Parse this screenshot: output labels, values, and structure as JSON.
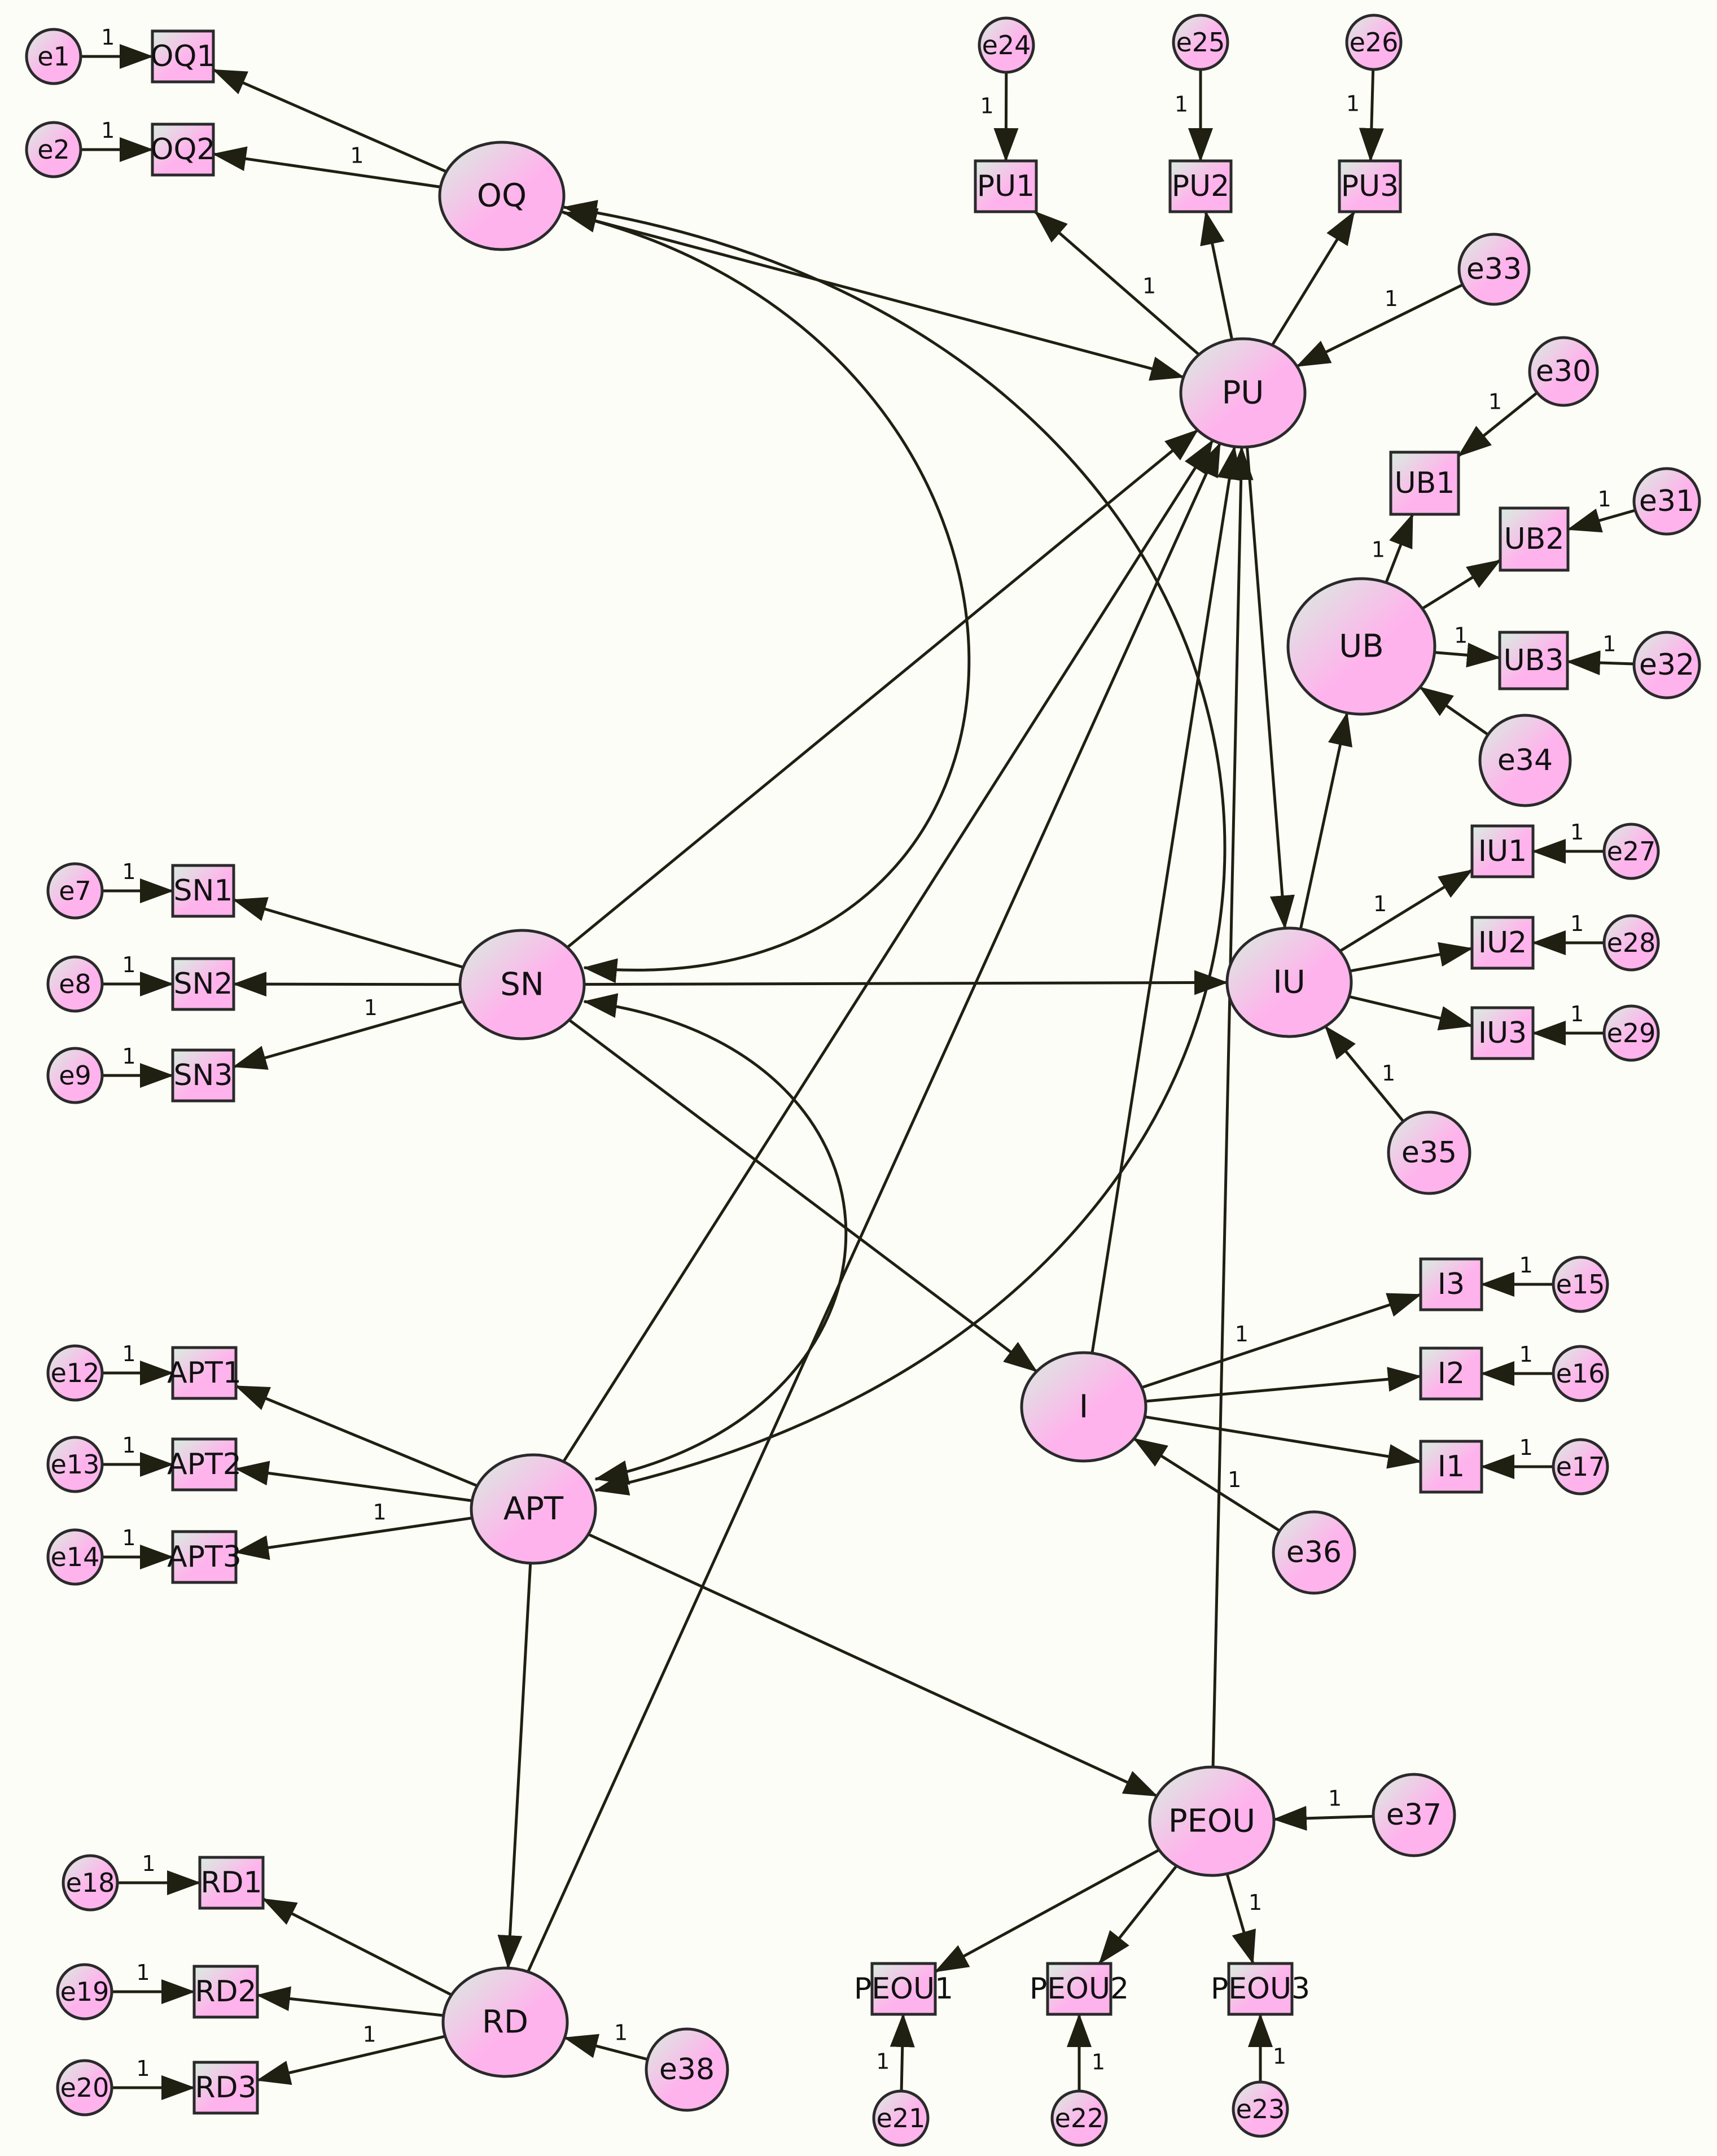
{
  "colors": {
    "background": "#fdfdf7",
    "node_fill_light": "#d7eedf",
    "node_fill_pink": "#ffb3ec",
    "stroke": "#1f1f12"
  },
  "latent_variables": [
    {
      "id": "OQ",
      "label": "OQ"
    },
    {
      "id": "PU",
      "label": "PU"
    },
    {
      "id": "UB",
      "label": "UB"
    },
    {
      "id": "SN",
      "label": "SN"
    },
    {
      "id": "IU",
      "label": "IU"
    },
    {
      "id": "I",
      "label": "I"
    },
    {
      "id": "APT",
      "label": "APT"
    },
    {
      "id": "PEOU",
      "label": "PEOU"
    },
    {
      "id": "RD",
      "label": "RD"
    }
  ],
  "indicators": [
    {
      "id": "OQ1",
      "label": "OQ1"
    },
    {
      "id": "OQ2",
      "label": "OQ2"
    },
    {
      "id": "PU1",
      "label": "PU1"
    },
    {
      "id": "PU2",
      "label": "PU2"
    },
    {
      "id": "PU3",
      "label": "PU3"
    },
    {
      "id": "UB1",
      "label": "UB1"
    },
    {
      "id": "UB2",
      "label": "UB2"
    },
    {
      "id": "UB3",
      "label": "UB3"
    },
    {
      "id": "SN1",
      "label": "SN1"
    },
    {
      "id": "SN2",
      "label": "SN2"
    },
    {
      "id": "SN3",
      "label": "SN3"
    },
    {
      "id": "IU1",
      "label": "IU1"
    },
    {
      "id": "IU2",
      "label": "IU2"
    },
    {
      "id": "IU3",
      "label": "IU3"
    },
    {
      "id": "I3",
      "label": "I3"
    },
    {
      "id": "I2",
      "label": "I2"
    },
    {
      "id": "I1",
      "label": "I1"
    },
    {
      "id": "APT1",
      "label": "APT1"
    },
    {
      "id": "APT2",
      "label": "APT2"
    },
    {
      "id": "APT3",
      "label": "APT3"
    },
    {
      "id": "RD1",
      "label": "RD1"
    },
    {
      "id": "RD2",
      "label": "RD2"
    },
    {
      "id": "RD3",
      "label": "RD3"
    },
    {
      "id": "PEOU1",
      "label": "PEOU1"
    },
    {
      "id": "PEOU2",
      "label": "PEOU2"
    },
    {
      "id": "PEOU3",
      "label": "PEOU3"
    }
  ],
  "error_terms": [
    {
      "id": "e1",
      "label": "e1"
    },
    {
      "id": "e2",
      "label": "e2"
    },
    {
      "id": "e7",
      "label": "e7"
    },
    {
      "id": "e8",
      "label": "e8"
    },
    {
      "id": "e9",
      "label": "e9"
    },
    {
      "id": "e12",
      "label": "e12"
    },
    {
      "id": "e13",
      "label": "e13"
    },
    {
      "id": "e14",
      "label": "e14"
    },
    {
      "id": "e15",
      "label": "e15"
    },
    {
      "id": "e16",
      "label": "e16"
    },
    {
      "id": "e17",
      "label": "e17"
    },
    {
      "id": "e18",
      "label": "e18"
    },
    {
      "id": "e19",
      "label": "e19"
    },
    {
      "id": "e20",
      "label": "e20"
    },
    {
      "id": "e21",
      "label": "e21"
    },
    {
      "id": "e22",
      "label": "e22"
    },
    {
      "id": "e23",
      "label": "e23"
    },
    {
      "id": "e24",
      "label": "e24"
    },
    {
      "id": "e25",
      "label": "e25"
    },
    {
      "id": "e26",
      "label": "e26"
    },
    {
      "id": "e27",
      "label": "e27"
    },
    {
      "id": "e28",
      "label": "e28"
    },
    {
      "id": "e29",
      "label": "e29"
    },
    {
      "id": "e30",
      "label": "e30"
    },
    {
      "id": "e31",
      "label": "e31"
    },
    {
      "id": "e32",
      "label": "e32"
    },
    {
      "id": "e33",
      "label": "e33"
    },
    {
      "id": "e34",
      "label": "e34"
    },
    {
      "id": "e35",
      "label": "e35"
    },
    {
      "id": "e36",
      "label": "e36"
    },
    {
      "id": "e37",
      "label": "e37"
    },
    {
      "id": "e38",
      "label": "e38"
    }
  ],
  "paths": [
    {
      "from": "e1",
      "to": "OQ1",
      "weight": "1"
    },
    {
      "from": "e2",
      "to": "OQ2",
      "weight": "1"
    },
    {
      "from": "OQ",
      "to": "OQ1",
      "weight": ""
    },
    {
      "from": "OQ",
      "to": "OQ2",
      "weight": "1"
    },
    {
      "from": "OQ",
      "to": "PU",
      "weight": ""
    },
    {
      "from": "e24",
      "to": "PU1",
      "weight": "1"
    },
    {
      "from": "e25",
      "to": "PU2",
      "weight": "1"
    },
    {
      "from": "e26",
      "to": "PU3",
      "weight": "1"
    },
    {
      "from": "PU",
      "to": "PU1",
      "weight": "1"
    },
    {
      "from": "PU",
      "to": "PU2",
      "weight": ""
    },
    {
      "from": "PU",
      "to": "PU3",
      "weight": ""
    },
    {
      "from": "e33",
      "to": "PU",
      "weight": "1"
    },
    {
      "from": "PU",
      "to": "IU",
      "weight": ""
    },
    {
      "from": "e30",
      "to": "UB1",
      "weight": "1"
    },
    {
      "from": "e31",
      "to": "UB2",
      "weight": "1"
    },
    {
      "from": "e32",
      "to": "UB3",
      "weight": "1"
    },
    {
      "from": "UB",
      "to": "UB1",
      "weight": "1"
    },
    {
      "from": "UB",
      "to": "UB2",
      "weight": ""
    },
    {
      "from": "UB",
      "to": "UB3",
      "weight": "1"
    },
    {
      "from": "e34",
      "to": "UB",
      "weight": ""
    },
    {
      "from": "IU",
      "to": "UB",
      "weight": ""
    },
    {
      "from": "e7",
      "to": "SN1",
      "weight": "1"
    },
    {
      "from": "e8",
      "to": "SN2",
      "weight": "1"
    },
    {
      "from": "e9",
      "to": "SN3",
      "weight": "1"
    },
    {
      "from": "SN",
      "to": "SN1",
      "weight": ""
    },
    {
      "from": "SN",
      "to": "SN2",
      "weight": ""
    },
    {
      "from": "SN",
      "to": "SN3",
      "weight": "1"
    },
    {
      "from": "SN",
      "to": "PU",
      "weight": ""
    },
    {
      "from": "SN",
      "to": "IU",
      "weight": ""
    },
    {
      "from": "SN",
      "to": "I",
      "weight": ""
    },
    {
      "from": "e27",
      "to": "IU1",
      "weight": "1"
    },
    {
      "from": "e28",
      "to": "IU2",
      "weight": "1"
    },
    {
      "from": "e29",
      "to": "IU3",
      "weight": "1"
    },
    {
      "from": "IU",
      "to": "IU1",
      "weight": "1"
    },
    {
      "from": "IU",
      "to": "IU2",
      "weight": ""
    },
    {
      "from": "IU",
      "to": "IU3",
      "weight": ""
    },
    {
      "from": "e35",
      "to": "IU",
      "weight": "1"
    },
    {
      "from": "e15",
      "to": "I3",
      "weight": "1"
    },
    {
      "from": "e16",
      "to": "I2",
      "weight": "1"
    },
    {
      "from": "e17",
      "to": "I1",
      "weight": "1"
    },
    {
      "from": "I",
      "to": "I3",
      "weight": "1"
    },
    {
      "from": "I",
      "to": "I2",
      "weight": ""
    },
    {
      "from": "I",
      "to": "I1",
      "weight": ""
    },
    {
      "from": "e36",
      "to": "I",
      "weight": "1"
    },
    {
      "from": "I",
      "to": "PU",
      "weight": ""
    },
    {
      "from": "e12",
      "to": "APT1",
      "weight": "1"
    },
    {
      "from": "e13",
      "to": "APT2",
      "weight": "1"
    },
    {
      "from": "e14",
      "to": "APT3",
      "weight": "1"
    },
    {
      "from": "APT",
      "to": "APT1",
      "weight": ""
    },
    {
      "from": "APT",
      "to": "APT2",
      "weight": ""
    },
    {
      "from": "APT",
      "to": "APT3",
      "weight": "1"
    },
    {
      "from": "APT",
      "to": "PU",
      "weight": ""
    },
    {
      "from": "APT",
      "to": "PEOU",
      "weight": ""
    },
    {
      "from": "APT",
      "to": "RD",
      "weight": ""
    },
    {
      "from": "PEOU",
      "to": "PU",
      "weight": ""
    },
    {
      "from": "e37",
      "to": "PEOU",
      "weight": "1"
    },
    {
      "from": "PEOU",
      "to": "PEOU1",
      "weight": ""
    },
    {
      "from": "PEOU",
      "to": "PEOU2",
      "weight": ""
    },
    {
      "from": "PEOU",
      "to": "PEOU3",
      "weight": "1"
    },
    {
      "from": "e21",
      "to": "PEOU1",
      "weight": "1"
    },
    {
      "from": "e22",
      "to": "PEOU2",
      "weight": "1"
    },
    {
      "from": "e23",
      "to": "PEOU3",
      "weight": "1"
    },
    {
      "from": "e18",
      "to": "RD1",
      "weight": "1"
    },
    {
      "from": "e19",
      "to": "RD2",
      "weight": "1"
    },
    {
      "from": "e20",
      "to": "RD3",
      "weight": "1"
    },
    {
      "from": "RD",
      "to": "RD1",
      "weight": ""
    },
    {
      "from": "RD",
      "to": "RD2",
      "weight": ""
    },
    {
      "from": "RD",
      "to": "RD3",
      "weight": "1"
    },
    {
      "from": "e38",
      "to": "RD",
      "weight": "1"
    },
    {
      "from": "RD",
      "to": "PU",
      "weight": ""
    }
  ],
  "covariances": [
    {
      "a": "OQ",
      "b": "SN"
    },
    {
      "a": "OQ",
      "b": "APT"
    },
    {
      "a": "SN",
      "b": "APT"
    }
  ]
}
